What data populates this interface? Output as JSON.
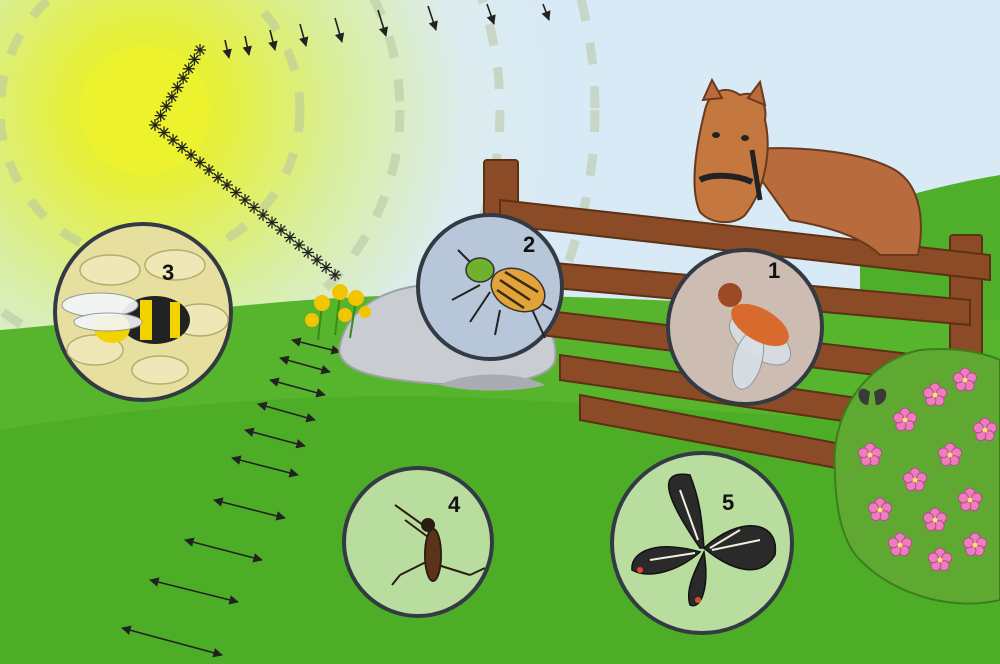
{
  "insects": [
    {
      "number": "1",
      "name": "fly"
    },
    {
      "number": "2",
      "name": "beetle"
    },
    {
      "number": "3",
      "name": "bumblebee"
    },
    {
      "number": "4",
      "name": "mosquito"
    },
    {
      "number": "5",
      "name": "butterfly"
    }
  ],
  "colors": {
    "sky": "#dcecf4",
    "grass": "#55b62c",
    "grass_dark": "#3f9a22",
    "sun": "#e8f02e",
    "fence": "#8a4b26",
    "horse": "#b86b3d",
    "circle_border": "#333a44",
    "flower_pink": "#f07cc0"
  }
}
